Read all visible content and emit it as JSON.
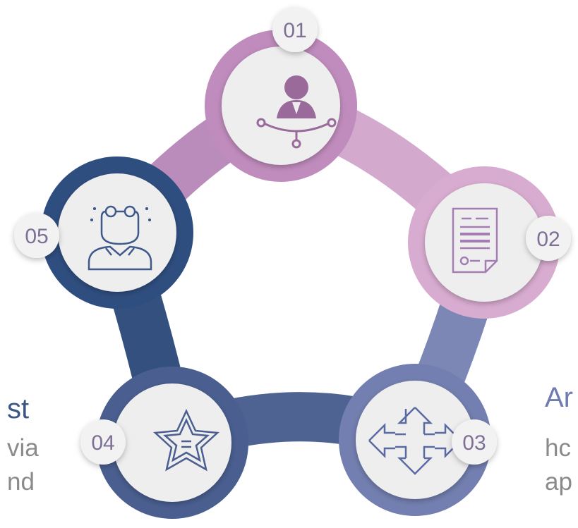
{
  "colors": {
    "top": "#c08cbd",
    "right": "#d8acd0",
    "bottom_right": "#737fb0",
    "bottom_left": "#4a5f90",
    "left": "#2f4e80",
    "node_fill": "#eeeeee",
    "icon_purple": "#9a6a9a",
    "icon_lilac": "#a37db4",
    "icon_navy": "#3f5a8a",
    "badge_text": "#7d6f95"
  },
  "nodes": [
    {
      "number": "01",
      "icon": "user-network-icon"
    },
    {
      "number": "02",
      "icon": "document-icon"
    },
    {
      "number": "03",
      "icon": "move-arrows-icon"
    },
    {
      "number": "04",
      "icon": "star-icon"
    },
    {
      "number": "05",
      "icon": "thinking-person-icon"
    }
  ],
  "left_text": {
    "heading": "st",
    "lines": [
      "via",
      "nd"
    ]
  },
  "right_text": {
    "heading": "Ar",
    "lines": [
      "hc",
      "ap"
    ]
  }
}
